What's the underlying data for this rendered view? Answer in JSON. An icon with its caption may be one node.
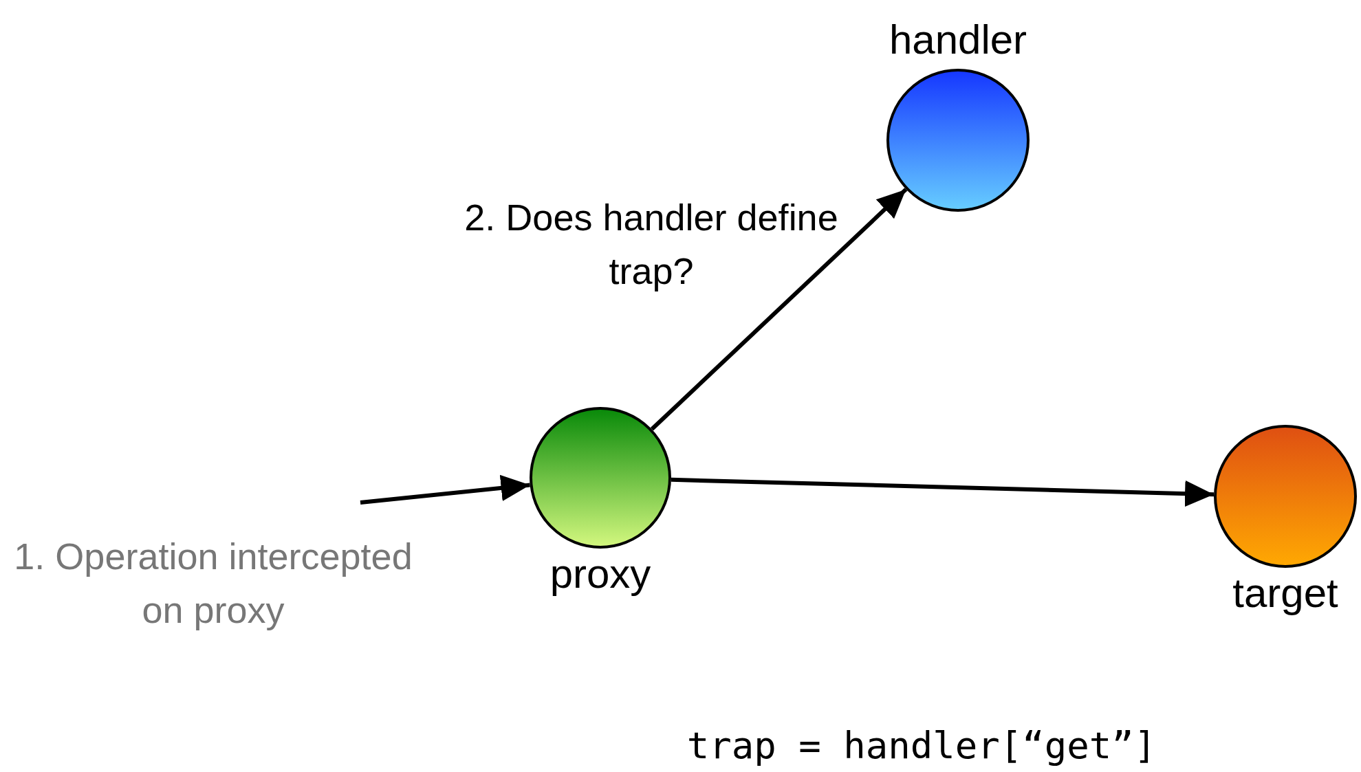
{
  "diagram": {
    "nodes": [
      {
        "text": [
          "handler"
        ]
      },
      {
        "text": [
          "proxy"
        ]
      },
      {
        "text": [
          "target"
        ]
      }
    ],
    "edges": [
      {
        "from": null,
        "to": 1,
        "arrow": "to"
      },
      {
        "from": 1,
        "to": 0,
        "arrow": "to",
        "label": "2. Does handler define trap?"
      },
      {
        "from": 1,
        "to": 2,
        "arrow": "to"
      }
    ],
    "labels": [
      "1. Operation intercepted on proxy",
      "trap = handler[“get”]"
    ]
  }
}
